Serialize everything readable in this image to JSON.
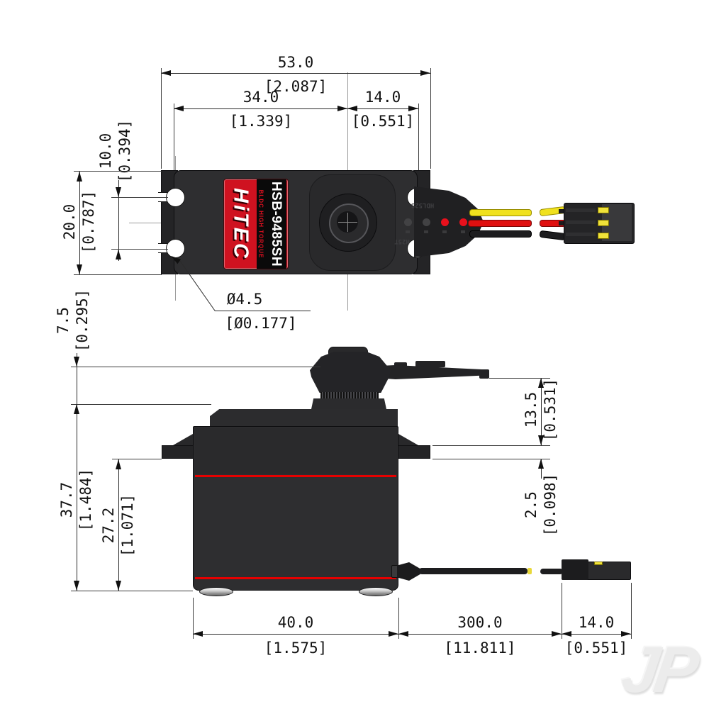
{
  "drawing": {
    "type": "servo-dimension-drawing",
    "units_note": "millimetres with [inches] in brackets"
  },
  "label": {
    "brand": "HiTEC",
    "model": "HSB-9485SH",
    "subtitle": "BLDC HIGH TORQUE"
  },
  "markings": {
    "upper": "HDL52S",
    "lower": "H25T"
  },
  "watermark": "JP",
  "dims": {
    "total_width": {
      "mm": "53.0",
      "inch": "[2.087]"
    },
    "case_width": {
      "mm": "34.0",
      "inch": "[1.339]"
    },
    "shaft_offset": {
      "mm": "14.0",
      "inch": "[0.551]"
    },
    "tab_hole_pitch": {
      "mm": "10.0",
      "inch": "[0.394]"
    },
    "body_depth": {
      "mm": "20.0",
      "inch": "[0.787]"
    },
    "mount_hole_dia": {
      "mm": "Ø4.5",
      "inch": "[Ø0.177]"
    },
    "horn_clearance": {
      "mm": "7.5",
      "inch": "[0.295]"
    },
    "total_height": {
      "mm": "37.7",
      "inch": "[1.484]"
    },
    "flange_to_bottom": {
      "mm": "27.2",
      "inch": "[1.071]"
    },
    "horn_to_flange": {
      "mm": "13.5",
      "inch": "[0.531]"
    },
    "flange_thickness": {
      "mm": "2.5",
      "inch": "[0.098]"
    },
    "case_length": {
      "mm": "40.0",
      "inch": "[1.575]"
    },
    "cable_length": {
      "mm": "300.0",
      "inch": "[11.811]"
    },
    "connector_length": {
      "mm": "14.0",
      "inch": "[0.551]"
    }
  },
  "colors": {
    "case_dark": "#2e2e30",
    "accent_red": "#e60000",
    "label_red": "#cf1220",
    "wire_yellow": "#f0e11e",
    "wire_red": "#e01010",
    "wire_black": "#1d1d1f",
    "pin_yellow": "#f0e23a"
  }
}
